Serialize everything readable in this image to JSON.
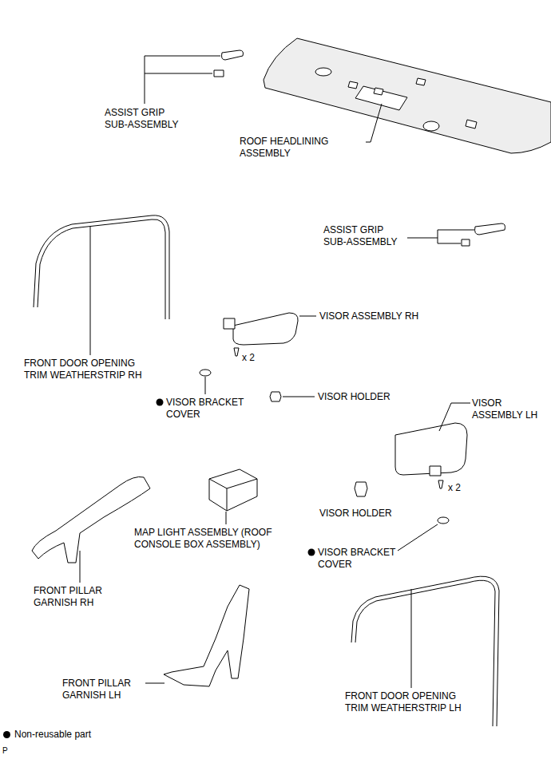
{
  "diagram": {
    "labels": [
      "ASSIST GRIP SUB-ASSEMBLY",
      "ROOF HEADLINING ASSEMBLY",
      "ASSIST GRIP SUB-ASSEMBLY",
      "VISOR ASSEMBLY RH",
      "x 2",
      "FRONT DOOR OPENING TRIM WEATHERSTRIP RH",
      "VISOR BRACKET COVER",
      "VISOR HOLDER",
      "VISOR ASSEMBLY LH",
      "x 2",
      "VISOR HOLDER",
      "MAP LIGHT ASSEMBLY (ROOF CONSOLE BOX ASSEMBLY)",
      "VISOR BRACKET COVER",
      "FRONT PILLAR GARNISH RH",
      "FRONT PILLAR GARNISH LH",
      "FRONT DOOR OPENING TRIM WEATHERSTRIP LH",
      "P"
    ],
    "legend": [
      {
        "text": "Non-reusable part"
      }
    ]
  }
}
